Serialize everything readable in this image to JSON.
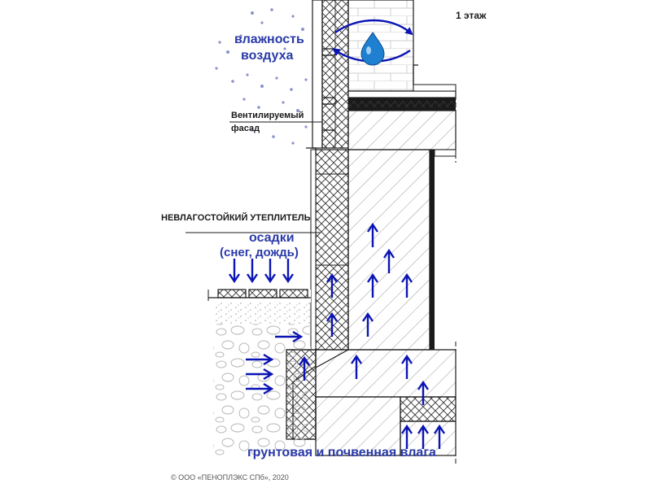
{
  "labels": {
    "floor": "1 этаж",
    "air_humidity_line1": "влажность",
    "air_humidity_line2": "воздуха",
    "ventilated_line1": "Вентилируемый",
    "ventilated_line2": "фасад",
    "insulation": "НЕВЛАГОСТОЙКИЙ УТЕПЛИТЕЛЬ",
    "precip_line1": "осадки",
    "precip_line2": "(снег, дождь)",
    "ground_moisture": "грунтовая и почвенная влага",
    "copyright": "© ООО «ПЕНОПЛЭКС СПб», 2020"
  },
  "colors": {
    "arrow": "#0a14b4",
    "label": "#2a3aa8",
    "drop": "#1f7fd0",
    "line": "#1a1a1a"
  },
  "icons": {
    "water_drop": "water-drop-icon",
    "air_particles": "moisture-particle-icon"
  }
}
